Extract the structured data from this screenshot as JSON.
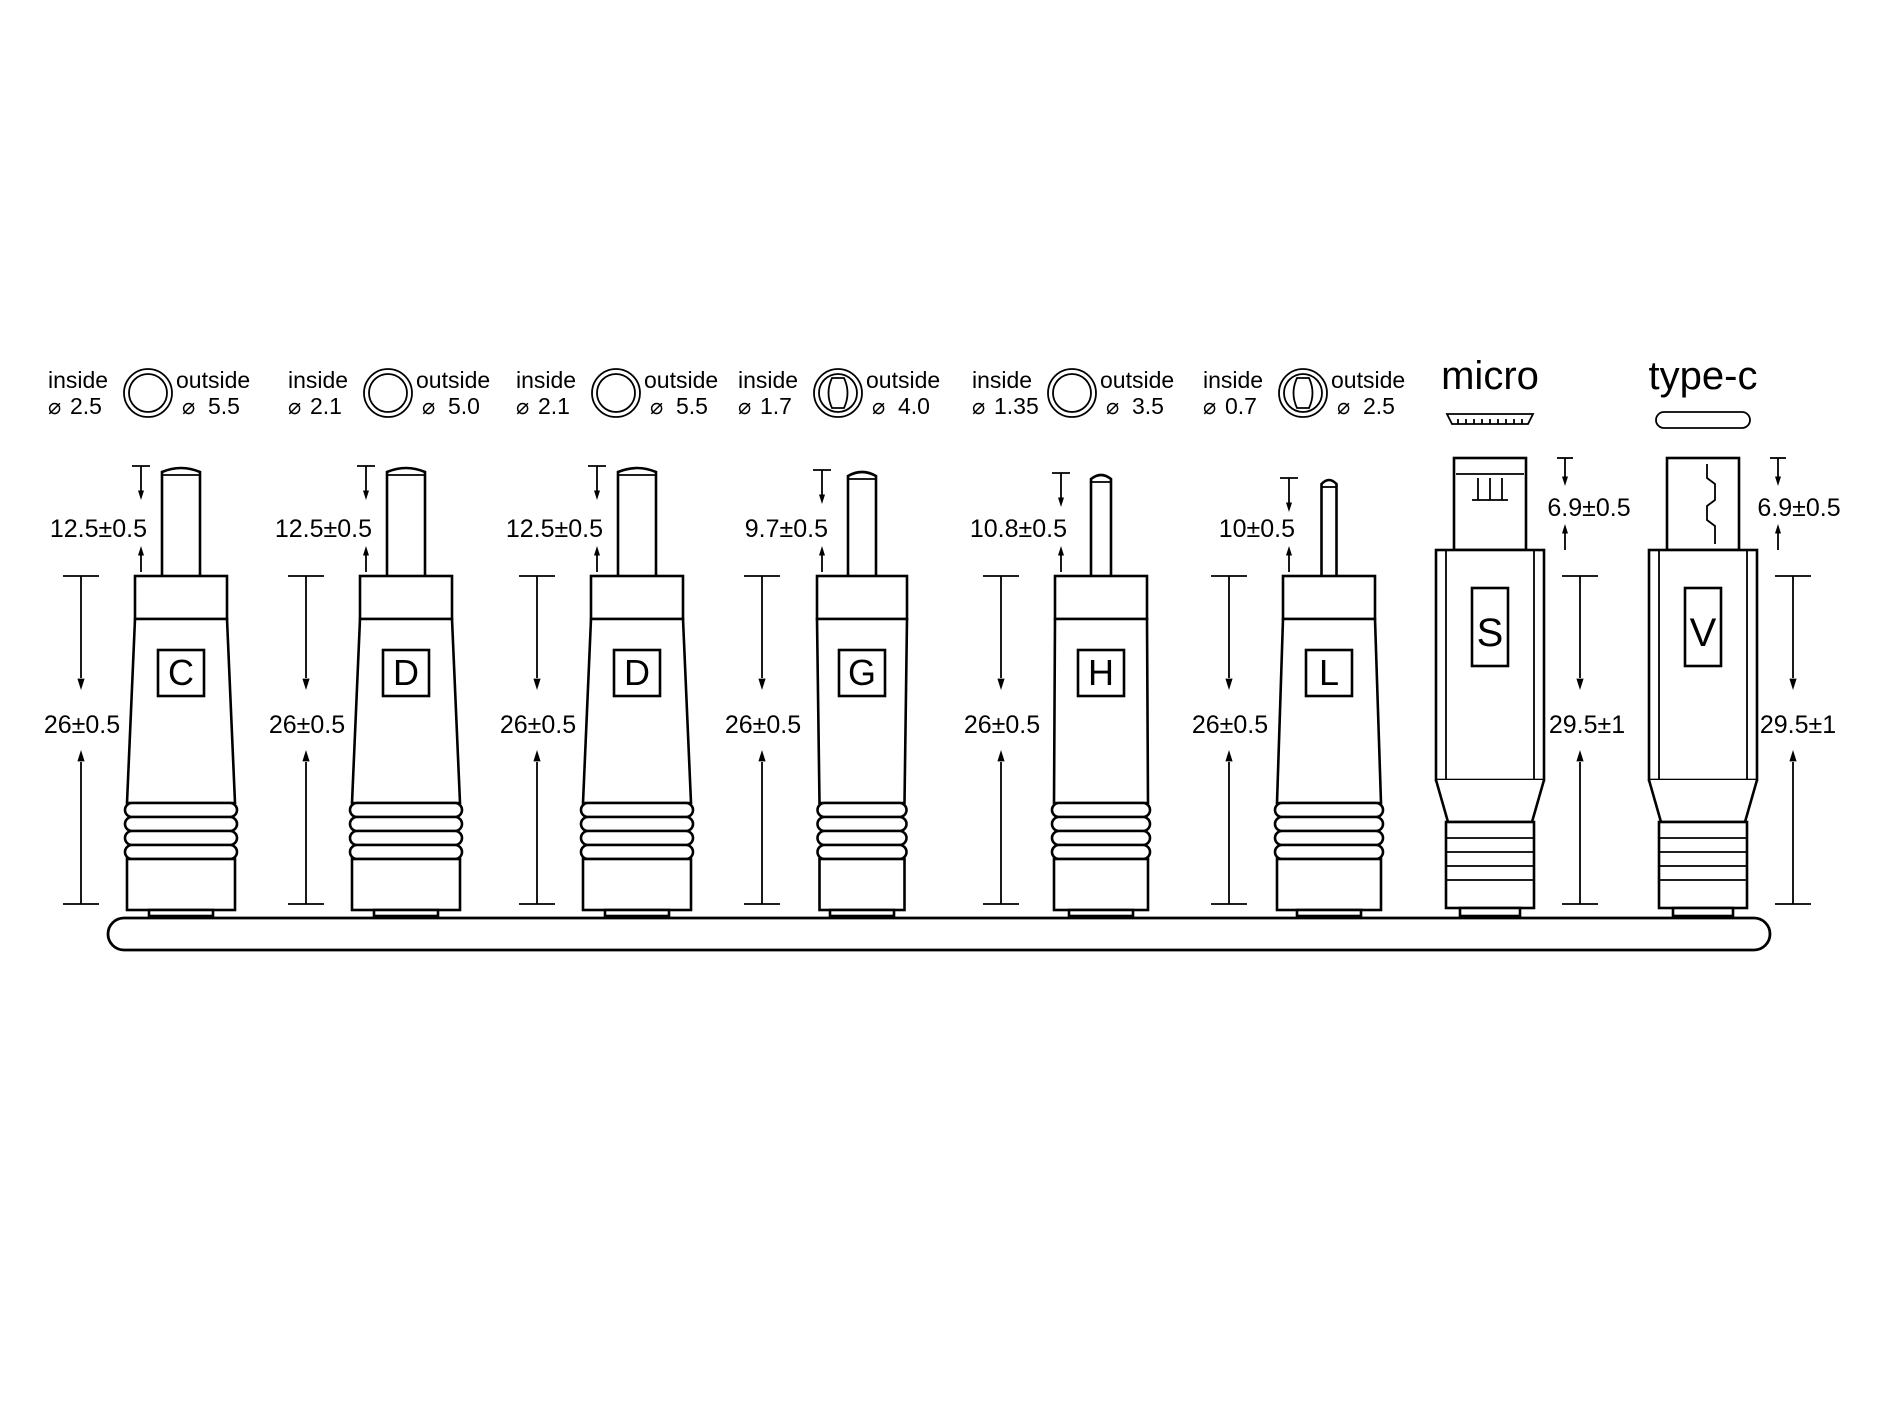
{
  "colors": {
    "line": "#000000",
    "background": "#ffffff"
  },
  "connectors": [
    {
      "letter": "C",
      "kind": "barrel",
      "spec": {
        "inside_label": "inside",
        "inside_value": "2.5",
        "outside_label": "outside",
        "outside_value": "5.5",
        "symbol": "⌀",
        "icon": "ring-icon"
      },
      "tip_length": "12.5±0.5",
      "body_length": "26±0.5"
    },
    {
      "letter": "D",
      "kind": "barrel",
      "spec": {
        "inside_label": "inside",
        "inside_value": "2.1",
        "outside_label": "outside",
        "outside_value": "5.0",
        "symbol": "⌀",
        "icon": "ring-icon"
      },
      "tip_length": "12.5±0.5",
      "body_length": "26±0.5"
    },
    {
      "letter": "D",
      "kind": "barrel",
      "spec": {
        "inside_label": "inside",
        "inside_value": "2.1",
        "outside_label": "outside",
        "outside_value": "5.5",
        "symbol": "⌀",
        "icon": "ring-icon"
      },
      "tip_length": "12.5±0.5",
      "body_length": "26±0.5"
    },
    {
      "letter": "G",
      "kind": "barrel",
      "spec": {
        "inside_label": "inside",
        "inside_value": "1.7",
        "outside_label": "outside",
        "outside_value": "4.0",
        "symbol": "⌀",
        "icon": "ring-pin-icon"
      },
      "tip_length": "9.7±0.5",
      "body_length": "26±0.5"
    },
    {
      "letter": "H",
      "kind": "barrel",
      "spec": {
        "inside_label": "inside",
        "inside_value": "1.35",
        "outside_label": "outside",
        "outside_value": "3.5",
        "symbol": "⌀",
        "icon": "ring-icon"
      },
      "tip_length": "10.8±0.5",
      "body_length": "26±0.5"
    },
    {
      "letter": "L",
      "kind": "barrel",
      "spec": {
        "inside_label": "inside",
        "inside_value": "0.7",
        "outside_label": "outside",
        "outside_value": "2.5",
        "symbol": "⌀",
        "icon": "ring-pin-icon"
      },
      "tip_length": "10±0.5",
      "body_length": "26±0.5"
    },
    {
      "letter": "S",
      "kind": "usb",
      "title": "micro",
      "icon": "micro-usb-port-icon",
      "tip_length": "6.9±0.5",
      "body_length": "29.5±1"
    },
    {
      "letter": "V",
      "kind": "usb",
      "title": "type-c",
      "icon": "usb-c-port-icon",
      "tip_length": "6.9±0.5",
      "body_length": "29.5±1"
    }
  ]
}
